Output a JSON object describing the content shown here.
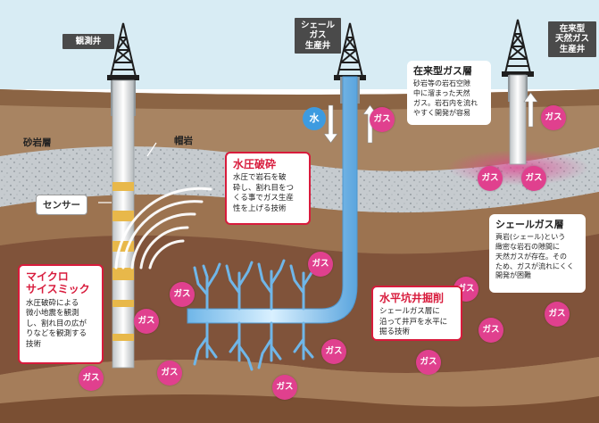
{
  "wells": {
    "observation": "観測井",
    "shale": "シェール\nガス\n生産井",
    "conventional": "在来型\n天然ガス\n生産井"
  },
  "strata": {
    "sandstone": "砂岩層",
    "cap_rock": "帽岩"
  },
  "labels": {
    "sensor": "センサー",
    "water": "水",
    "gas": "ガス"
  },
  "callouts": {
    "fracturing": {
      "title": "水圧破砕",
      "body": "水圧で岩石を破\n砕し、割れ目をつ\nくる事でガス生産\n性を上げる技術"
    },
    "microseismic": {
      "title": "マイクロ\nサイスミック",
      "body": "水圧破砕による\n微小地震を観測\nし、割れ目の広が\nりなどを観測する\n技術"
    },
    "horizontal": {
      "title": "水平坑井掘削",
      "body": "シェールガス層に\n沿って井戸を水平に\n掘る技術"
    },
    "conventional_layer": {
      "title": "在来型ガス層",
      "body": "砂岩等の岩石空隙\n中に溜まった天然\nガス。岩石内を流れ\nやすく開発が容易"
    },
    "shale_layer": {
      "title": "シェールガス層",
      "body": "頁岩(シェール)という\n緻密な岩石の隙間に\n天然ガスが存在。その\nため、ガスが流れにくく\n開発が困難"
    }
  },
  "colors": {
    "sky": "#d8ecf4",
    "surface": "#a07c58",
    "sandstone": "#c9cdd0",
    "shale_layer": "#8a5a3a",
    "gas": "#e0408e",
    "water": "#3d9be0",
    "accent": "#d81b3c"
  }
}
